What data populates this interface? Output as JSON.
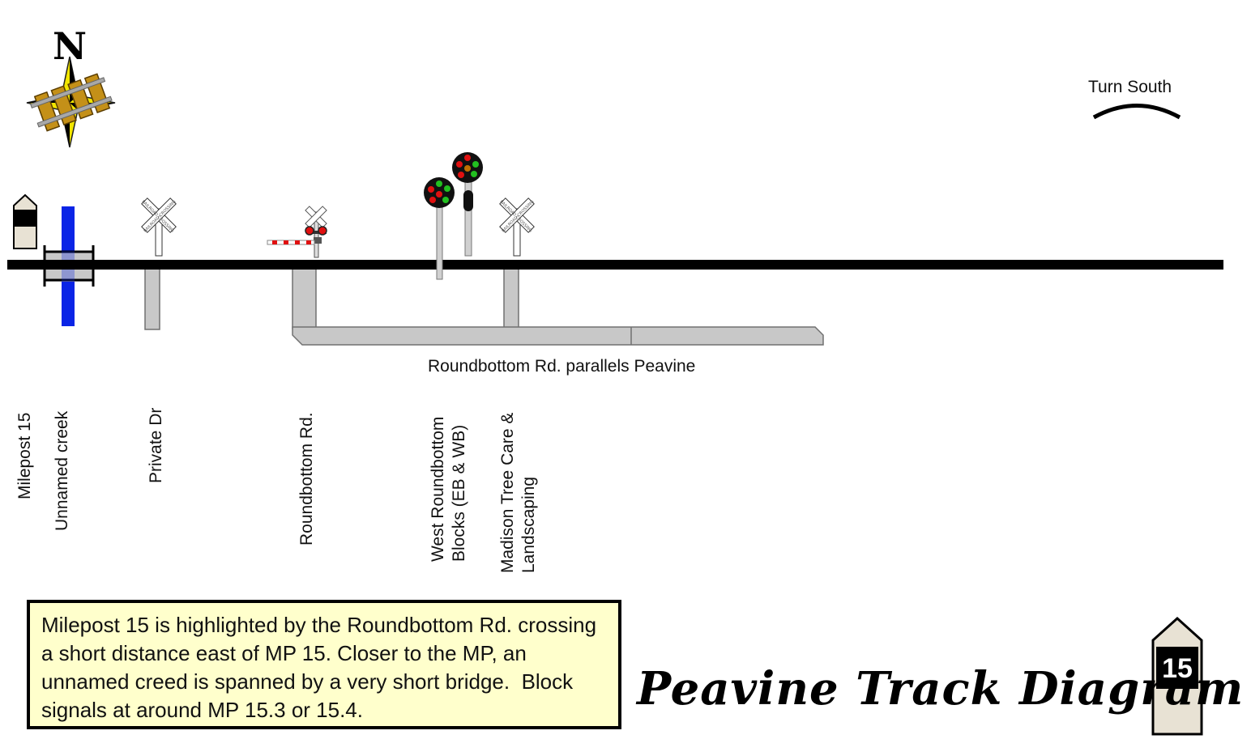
{
  "compass": {
    "label": "N",
    "icon": "compass-rose-icon"
  },
  "turn_label": "Turn South",
  "road_label": "Roundbottom Rd. parallels Peavine",
  "crossbuck_text": "RAILROAD CROSSING",
  "features": [
    {
      "id": "milepost",
      "label": "Milepost 15",
      "icon": "milepost-marker-icon"
    },
    {
      "id": "creek",
      "label": "Unnamed creek",
      "icon": "bridge-icon"
    },
    {
      "id": "private-dr",
      "label": "Private Dr",
      "icon": "crossbuck-icon"
    },
    {
      "id": "roundbottom-rd",
      "label": "Roundbottom Rd.",
      "icon": "crossing-gate-icon"
    },
    {
      "id": "signals",
      "label": "West Roundbottom\nBlocks (EB & WB)",
      "icon": "block-signal-icon"
    },
    {
      "id": "madison",
      "label": "Madison Tree Care &\nLandscaping",
      "icon": "crossbuck-icon"
    }
  ],
  "note": "Milepost 15 is highlighted by the Roundbottom Rd. crossing a short distance east of MP 15. Closer to the MP, an unnamed creed is spanned by a very short bridge.  Block signals at around MP 15.3 or 15.4.",
  "title": "Peavine Track Diagram",
  "mp_sign": {
    "number": "15"
  },
  "colors": {
    "track": "#000000",
    "road_fill": "#c8c8c8",
    "road_stroke": "#707070",
    "creek": "#0a24e6",
    "note_bg": "#ffffcc",
    "signal_red": "#e01010",
    "signal_green": "#22c020",
    "compass_yellow": "#f2e600",
    "compass_wood": "#c49018"
  }
}
